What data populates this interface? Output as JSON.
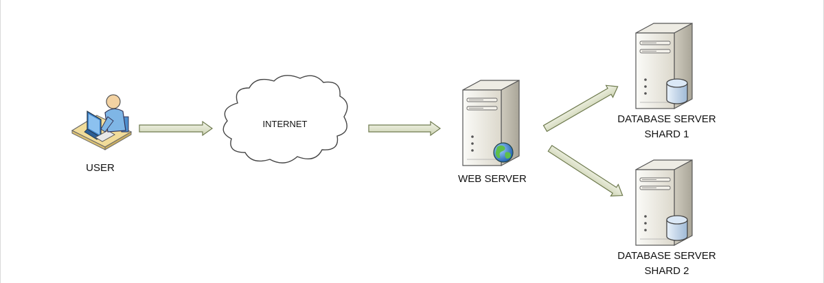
{
  "nodes": {
    "user": {
      "label": "USER",
      "icon": "user-at-computer-icon"
    },
    "internet": {
      "label": "INTERNET",
      "icon": "cloud-icon"
    },
    "web_server": {
      "label": "WEB SERVER",
      "icon": "web-server-globe-icon"
    },
    "db_shard_1": {
      "label_line1": "DATABASE SERVER",
      "label_line2": "SHARD 1",
      "icon": "database-server-icon"
    },
    "db_shard_2": {
      "label_line1": "DATABASE SERVER",
      "label_line2": "SHARD 2",
      "icon": "database-server-icon"
    }
  },
  "edges": [
    {
      "from": "USER",
      "to": "INTERNET"
    },
    {
      "from": "INTERNET",
      "to": "WEB SERVER"
    },
    {
      "from": "WEB SERVER",
      "to": "DATABASE SERVER SHARD 1"
    },
    {
      "from": "WEB SERVER",
      "to": "DATABASE SERVER SHARD 2"
    }
  ],
  "colors": {
    "arrow_fill": "#e6ead6",
    "arrow_stroke": "#6e7a4e",
    "server_body": "#e4e1d6",
    "cylinder": "#c8d9ec",
    "desk": "#f1dc9a",
    "globe": "#3b8fd6"
  }
}
